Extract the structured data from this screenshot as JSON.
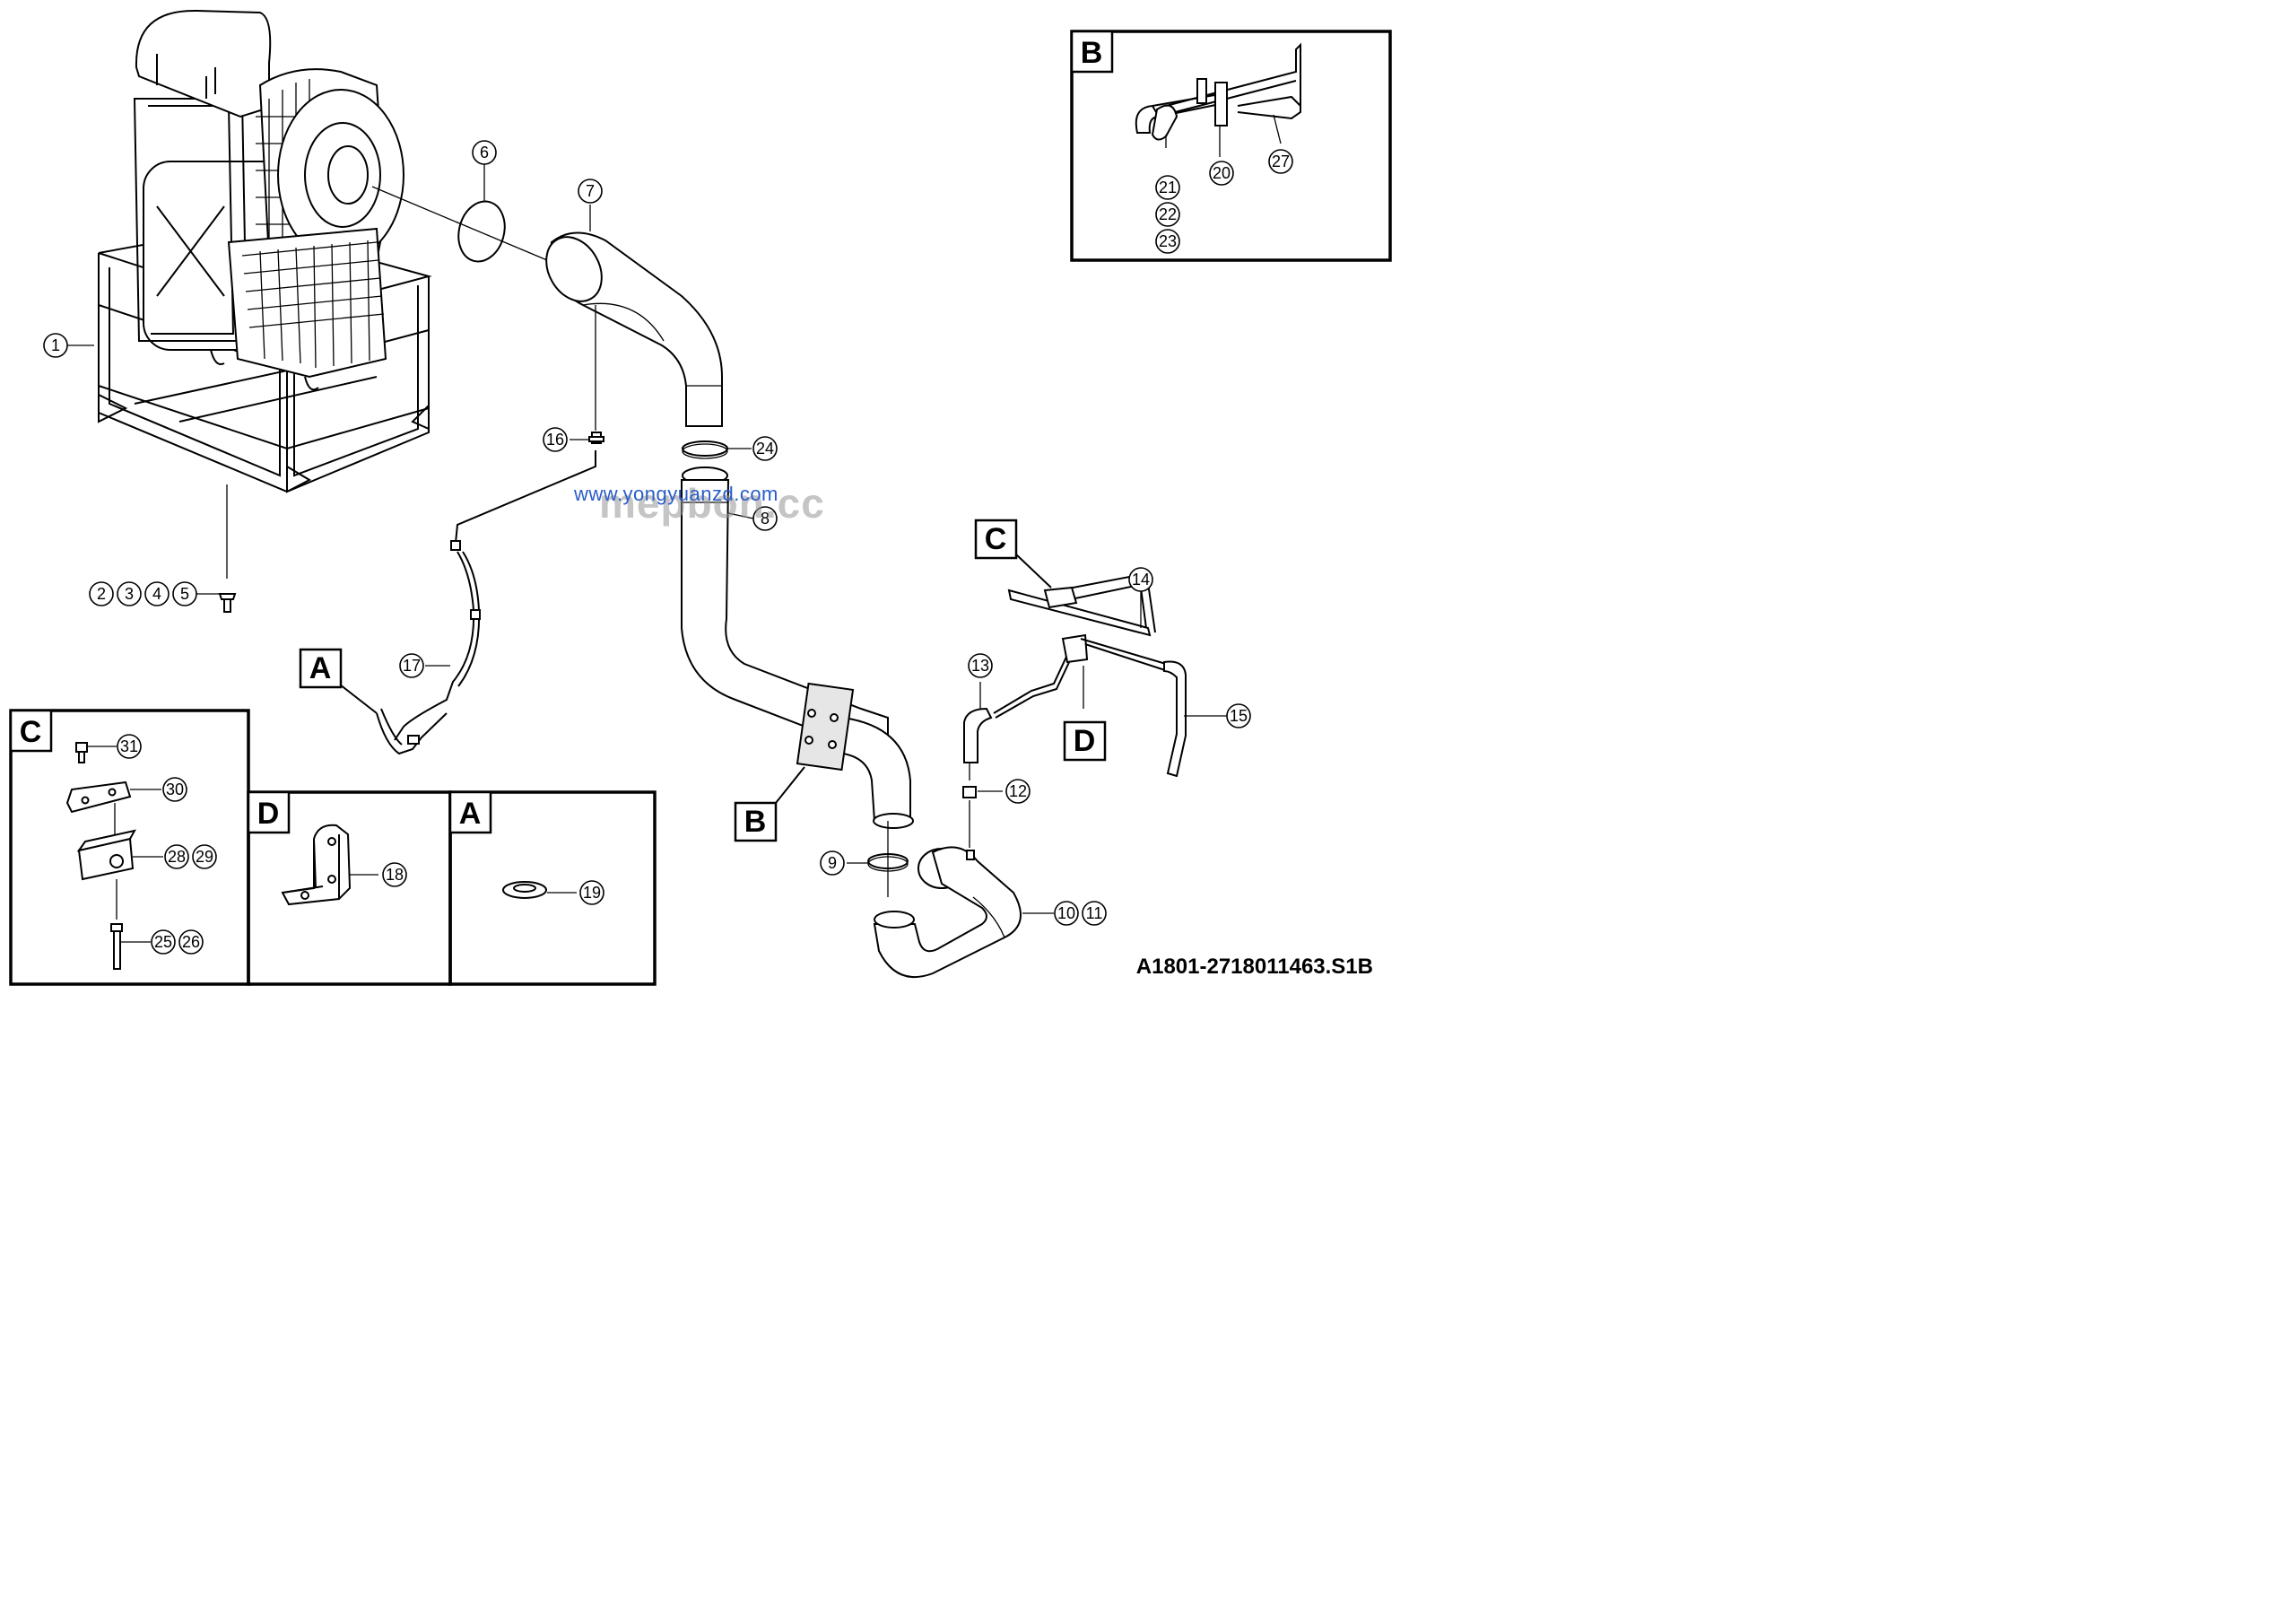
{
  "callouts": {
    "c1": "1",
    "c2": "2",
    "c3": "3",
    "c4": "4",
    "c5": "5",
    "c6": "6",
    "c7": "7",
    "c8": "8",
    "c9": "9",
    "c10": "10",
    "c11": "11",
    "c12": "12",
    "c13": "13",
    "c14": "14",
    "c15": "15",
    "c16": "16",
    "c17": "17",
    "c18": "18",
    "c19": "19",
    "c20": "20",
    "c21": "21",
    "c22": "22",
    "c23": "23",
    "c24": "24",
    "c25": "25",
    "c26": "26",
    "c27": "27",
    "c28": "28",
    "c29": "29",
    "c30": "30",
    "c31": "31"
  },
  "view_labels": {
    "a": "A",
    "b": "B",
    "c": "C",
    "d": "D"
  },
  "drawing_code": "A1801-2718011463.S1B",
  "watermarks": {
    "url": "www.yongyuanzd.com",
    "brand": "mepbon.cc"
  }
}
